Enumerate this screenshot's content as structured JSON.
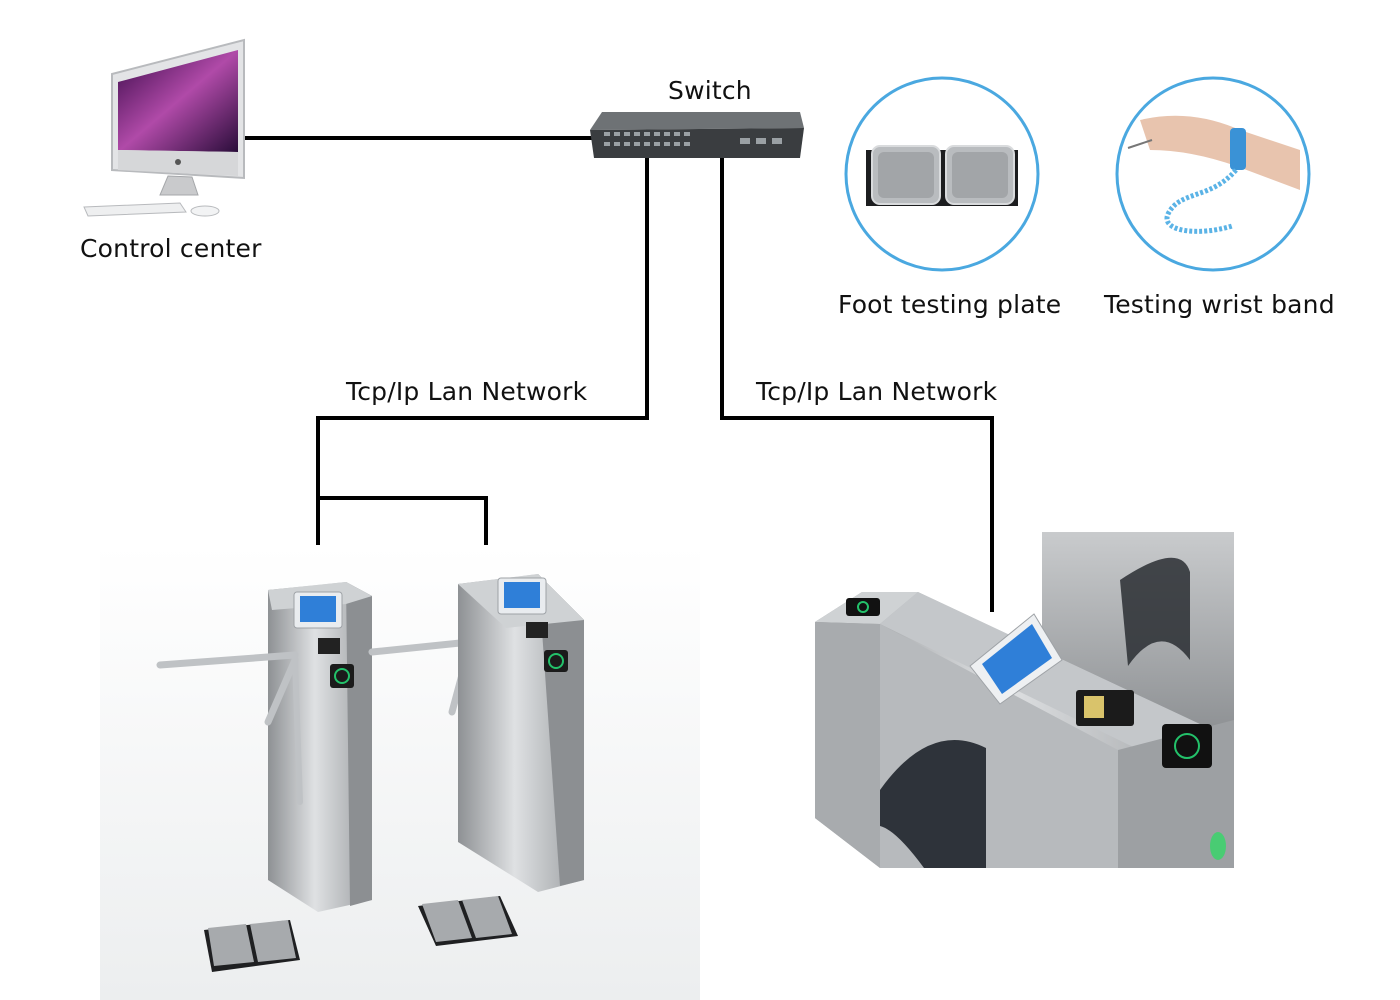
{
  "labels": {
    "control_center": "Control center",
    "switch": "Switch",
    "foot_plate": "Foot testing plate",
    "wrist_band": "Testing wrist band",
    "network_left": "Tcp/Ip Lan Network",
    "network_right": "Tcp/Ip Lan Network"
  },
  "colors": {
    "line": "#000000",
    "circle_border": "#4aa8e0",
    "steel_light": "#d7d9db",
    "steel_mid": "#a9acaf",
    "steel_dark": "#7a7d80",
    "screen_blue": "#2f7fd8",
    "wrist_cord": "#5bb3e6"
  },
  "icons": [
    "computer-icon",
    "network-switch-icon",
    "foot-plate-icon",
    "wrist-band-icon",
    "tripod-turnstile-icon",
    "flap-barrier-gate-icon"
  ]
}
